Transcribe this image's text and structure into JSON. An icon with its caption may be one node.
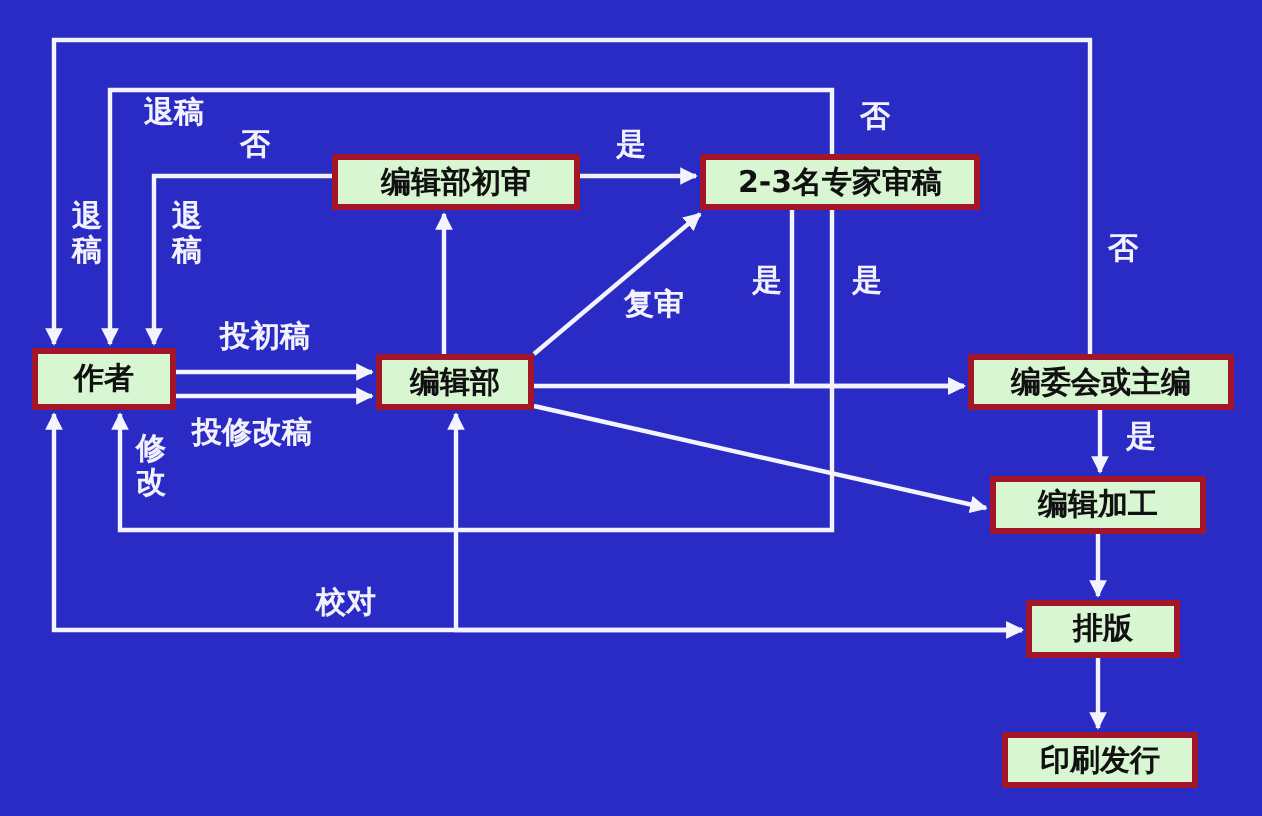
{
  "diagram": {
    "nodes": [
      {
        "text": [
          "作者"
        ]
      },
      {
        "text": [
          "编辑部初审"
        ]
      },
      {
        "text": [
          "2-3名专家审稿"
        ]
      },
      {
        "text": [
          "编辑部"
        ]
      },
      {
        "text": [
          "编委会或主编"
        ]
      },
      {
        "text": [
          "编辑加工"
        ]
      },
      {
        "text": [
          "排版"
        ]
      },
      {
        "text": [
          "印刷发行"
        ]
      }
    ],
    "edges": [
      {
        "from": 0,
        "to": 3,
        "arrow": "to",
        "label": "投初稿"
      },
      {
        "from": 0,
        "to": 3,
        "arrow": "to",
        "label": "投修改稿"
      },
      {
        "from": 3,
        "to": 1,
        "arrow": "to"
      },
      {
        "from": 1,
        "to": 2,
        "arrow": "to",
        "label": "是"
      },
      {
        "from": 1,
        "to": 0,
        "arrow": "to",
        "label": "否"
      },
      {
        "from": 3,
        "to": 2,
        "arrow": "to",
        "label": "复审"
      },
      {
        "from": 2,
        "to": 4,
        "arrow": "to",
        "label": "是"
      },
      {
        "from": 3,
        "to": 4,
        "arrow": "to"
      },
      {
        "from": 2,
        "to": 0,
        "arrow": "to",
        "label": "否"
      },
      {
        "from": 2,
        "to": 0,
        "arrow": "to",
        "label": "是"
      },
      {
        "from": 4,
        "to": 0,
        "arrow": "to",
        "label": "否"
      },
      {
        "from": 4,
        "to": 5,
        "arrow": "to",
        "label": "是"
      },
      {
        "from": 3,
        "to": 5,
        "arrow": "to"
      },
      {
        "from": 5,
        "to": 6,
        "arrow": "to"
      },
      {
        "from": 6,
        "to": 7,
        "arrow": "to"
      },
      {
        "from": 6,
        "to": 0,
        "arrow": "both",
        "label": "校对"
      },
      {
        "from": 3,
        "to": 6,
        "arrow": "both"
      }
    ],
    "labels": [
      "退稿",
      "退稿",
      "退稿",
      "修改"
    ]
  }
}
